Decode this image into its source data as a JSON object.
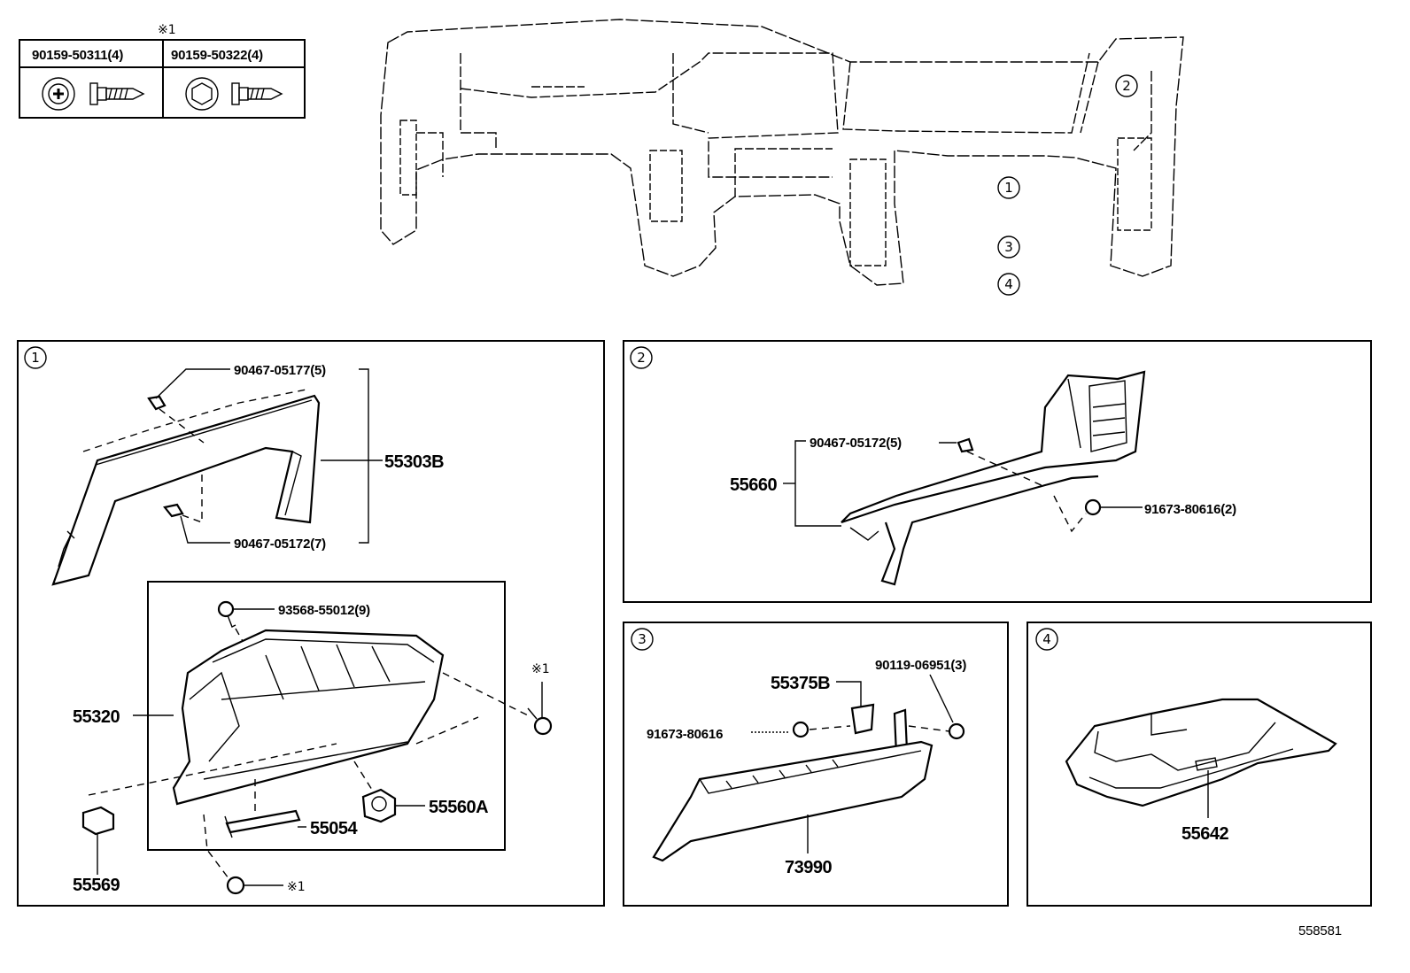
{
  "screw_table": {
    "mark": "※1",
    "columns": [
      {
        "label": "90159-50311(4)",
        "icons": [
          "phillips-head-icon",
          "screw-side-icon"
        ]
      },
      {
        "label": "90159-50322(4)",
        "icons": [
          "hex-head-icon",
          "screw-side-icon"
        ]
      }
    ]
  },
  "overview": {
    "callouts": [
      "2",
      "1",
      "3",
      "4"
    ]
  },
  "panel1": {
    "number": "1",
    "labels": {
      "clip_top": "90467-05177(5)",
      "lower_panel": "55303B",
      "clip_bottom": "90467-05172(7)",
      "screw": "93568-55012(9)",
      "glove_box_door": "55320",
      "mark_right": "※1",
      "damper": "55560A",
      "rod": "55054",
      "striker": "55569",
      "mark_bottom": "※1"
    }
  },
  "panel2": {
    "number": "2",
    "labels": {
      "clip": "90467-05172(5)",
      "panel": "55660",
      "nut": "91673-80616(2)"
    }
  },
  "panel3": {
    "number": "3",
    "labels": {
      "bracket": "55375B",
      "bolt": "90119-06951(3)",
      "nut": "91673-80616",
      "airbag": "73990"
    }
  },
  "panel4": {
    "number": "4",
    "labels": {
      "compartment": "55642"
    }
  },
  "footer": {
    "diagram_id": "558581"
  }
}
